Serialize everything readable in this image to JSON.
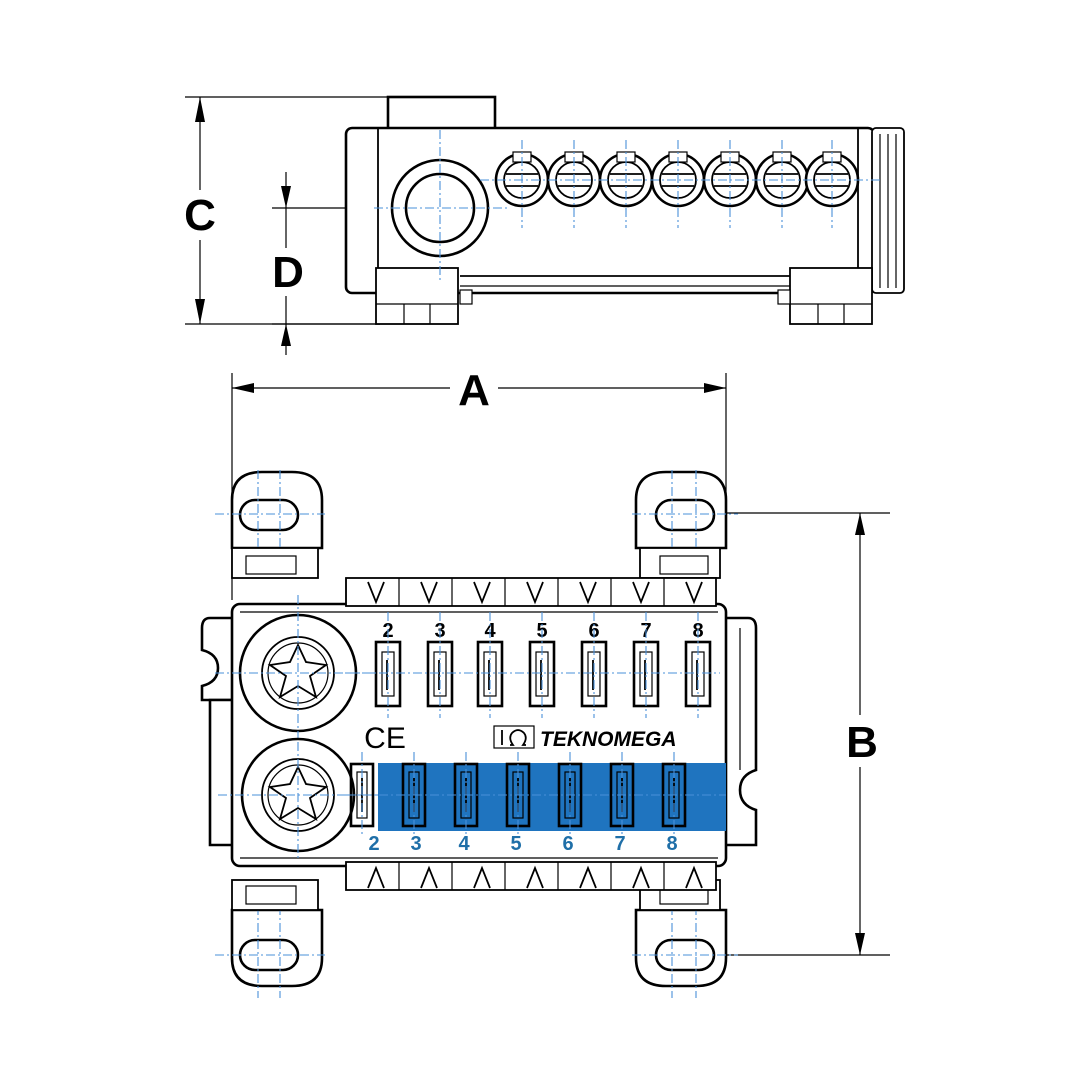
{
  "dimensions": {
    "a": "A",
    "b": "B",
    "c": "C",
    "d": "D"
  },
  "terminals_top": [
    "2",
    "3",
    "4",
    "5",
    "6",
    "7",
    "8"
  ],
  "terminals_bottom": [
    "2",
    "3",
    "4",
    "5",
    "6",
    "7",
    "8"
  ],
  "brand": "TEKNOMEGA",
  "certification": "CE",
  "colors": {
    "line": "#000000",
    "centerline": "#4a90d9",
    "terminal_band": "#1f74bf",
    "bottom_numbers": "#1f6fa8"
  }
}
